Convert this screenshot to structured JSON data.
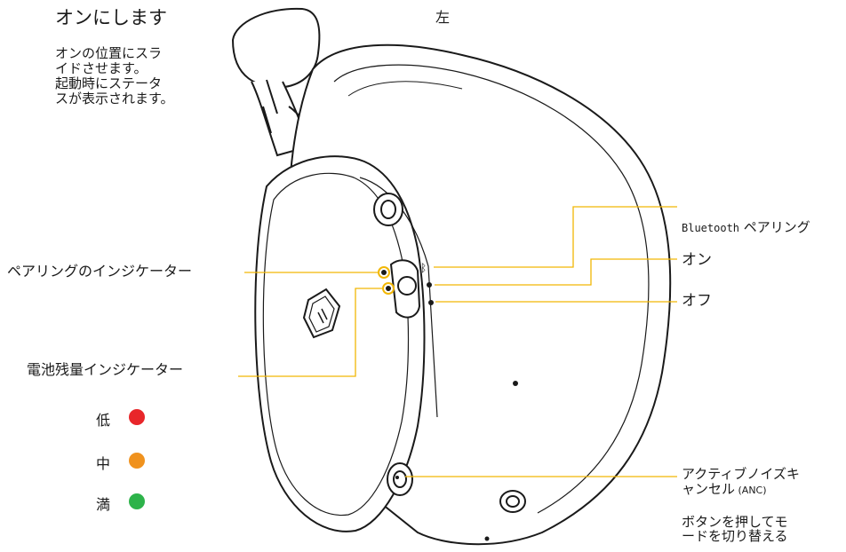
{
  "title": "オンにします",
  "side": "左",
  "description": [
    "オンの位置にスラ",
    "イドさせます。",
    "起動時にステータ",
    "スが表示されます。"
  ],
  "labels": {
    "bluetooth_word": "Bluetooth",
    "bluetooth_rest": " ペアリング",
    "on": "オン",
    "off": "オフ",
    "pairing_indicator": "ペアリングのインジケーター",
    "battery_indicator": "電池残量インジケーター",
    "anc_line1": "アクティブノイズキ",
    "anc_line2": "ャンセル",
    "anc_abbr": " (ANC)",
    "mode_line1": "ボタンを押してモ",
    "mode_line2": "ードを切り替える"
  },
  "battery_levels": [
    {
      "label": "低",
      "color": "#e8262a"
    },
    {
      "label": "中",
      "color": "#f0921e"
    },
    {
      "label": "満",
      "color": "#2db34a"
    }
  ],
  "colors": {
    "callout": "#f2b705",
    "line_art": "#1a1a1a"
  }
}
